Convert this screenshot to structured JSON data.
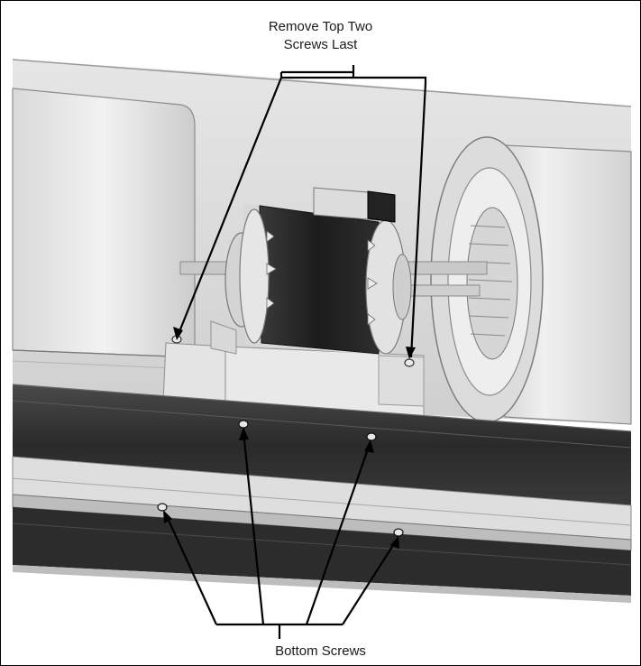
{
  "callouts": {
    "top": {
      "line1": "Remove Top Two",
      "line2": "Screws Last"
    },
    "bottom": "Bottom Screws"
  }
}
